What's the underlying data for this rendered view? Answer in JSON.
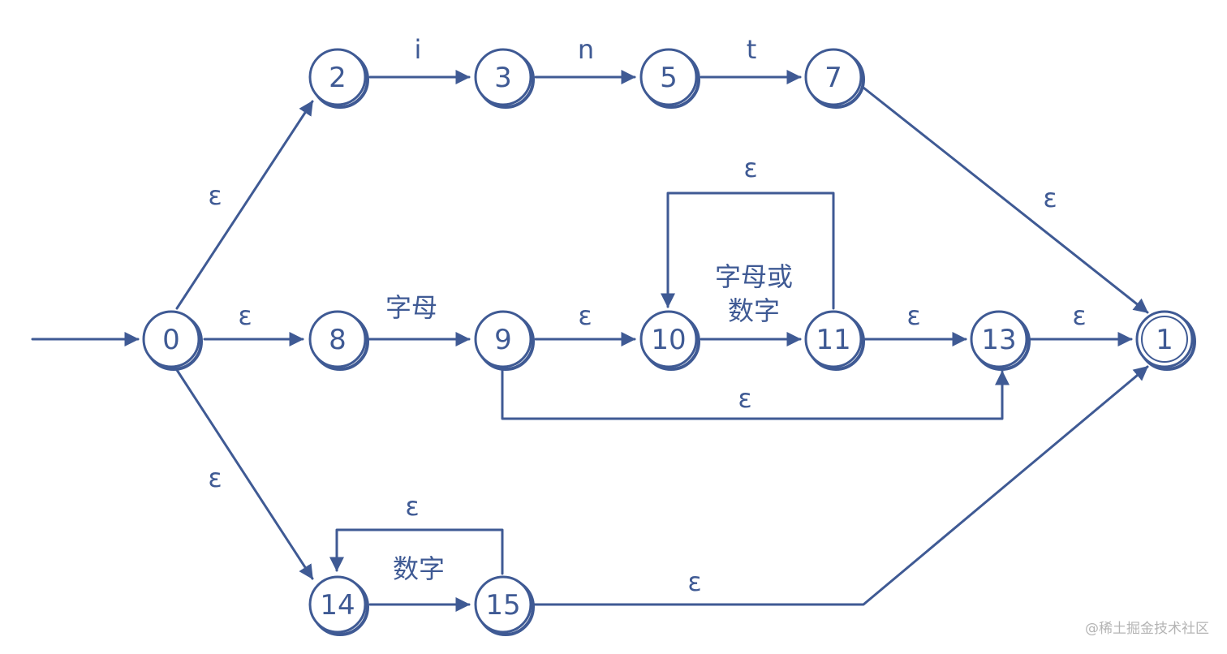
{
  "diagram": {
    "states": [
      {
        "id": "s0",
        "label": "0",
        "accepting": false
      },
      {
        "id": "s2",
        "label": "2",
        "accepting": false
      },
      {
        "id": "s3",
        "label": "3",
        "accepting": false
      },
      {
        "id": "s5",
        "label": "5",
        "accepting": false
      },
      {
        "id": "s7",
        "label": "7",
        "accepting": false
      },
      {
        "id": "s8",
        "label": "8",
        "accepting": false
      },
      {
        "id": "s9",
        "label": "9",
        "accepting": false
      },
      {
        "id": "s10",
        "label": "10",
        "accepting": false
      },
      {
        "id": "s11",
        "label": "11",
        "accepting": false
      },
      {
        "id": "s13",
        "label": "13",
        "accepting": false
      },
      {
        "id": "s1",
        "label": "1",
        "accepting": true
      },
      {
        "id": "s14",
        "label": "14",
        "accepting": false
      },
      {
        "id": "s15",
        "label": "15",
        "accepting": false
      }
    ],
    "transitions": [
      {
        "id": "t-start-0",
        "from": "start",
        "to": "0",
        "label": ""
      },
      {
        "id": "t-0-2",
        "from": "0",
        "to": "2",
        "label": "ε"
      },
      {
        "id": "t-0-8",
        "from": "0",
        "to": "8",
        "label": "ε"
      },
      {
        "id": "t-0-14",
        "from": "0",
        "to": "14",
        "label": "ε"
      },
      {
        "id": "t-2-3",
        "from": "2",
        "to": "3",
        "label": "i"
      },
      {
        "id": "t-3-5",
        "from": "3",
        "to": "5",
        "label": "n"
      },
      {
        "id": "t-5-7",
        "from": "5",
        "to": "7",
        "label": "t"
      },
      {
        "id": "t-7-1",
        "from": "7",
        "to": "1",
        "label": "ε"
      },
      {
        "id": "t-8-9",
        "from": "8",
        "to": "9",
        "label": "字母"
      },
      {
        "id": "t-9-10",
        "from": "9",
        "to": "10",
        "label": "ε"
      },
      {
        "id": "t-10-11",
        "from": "10",
        "to": "11",
        "label_line1": "字母或",
        "label_line2": "数字"
      },
      {
        "id": "t-11-10",
        "from": "11",
        "to": "10",
        "label": "ε"
      },
      {
        "id": "t-11-13",
        "from": "11",
        "to": "13",
        "label": "ε"
      },
      {
        "id": "t-9-13",
        "from": "9",
        "to": "13",
        "label": "ε"
      },
      {
        "id": "t-13-1",
        "from": "13",
        "to": "1",
        "label": "ε"
      },
      {
        "id": "t-14-15",
        "from": "14",
        "to": "15",
        "label": "数字"
      },
      {
        "id": "t-15-14",
        "from": "15",
        "to": "14",
        "label": "ε"
      },
      {
        "id": "t-15-1",
        "from": "15",
        "to": "1",
        "label": "ε"
      }
    ]
  },
  "watermark": "@稀土掘金技术社区",
  "colors": {
    "stroke": "#3f5a94",
    "watermark": "#b4b4b4"
  }
}
